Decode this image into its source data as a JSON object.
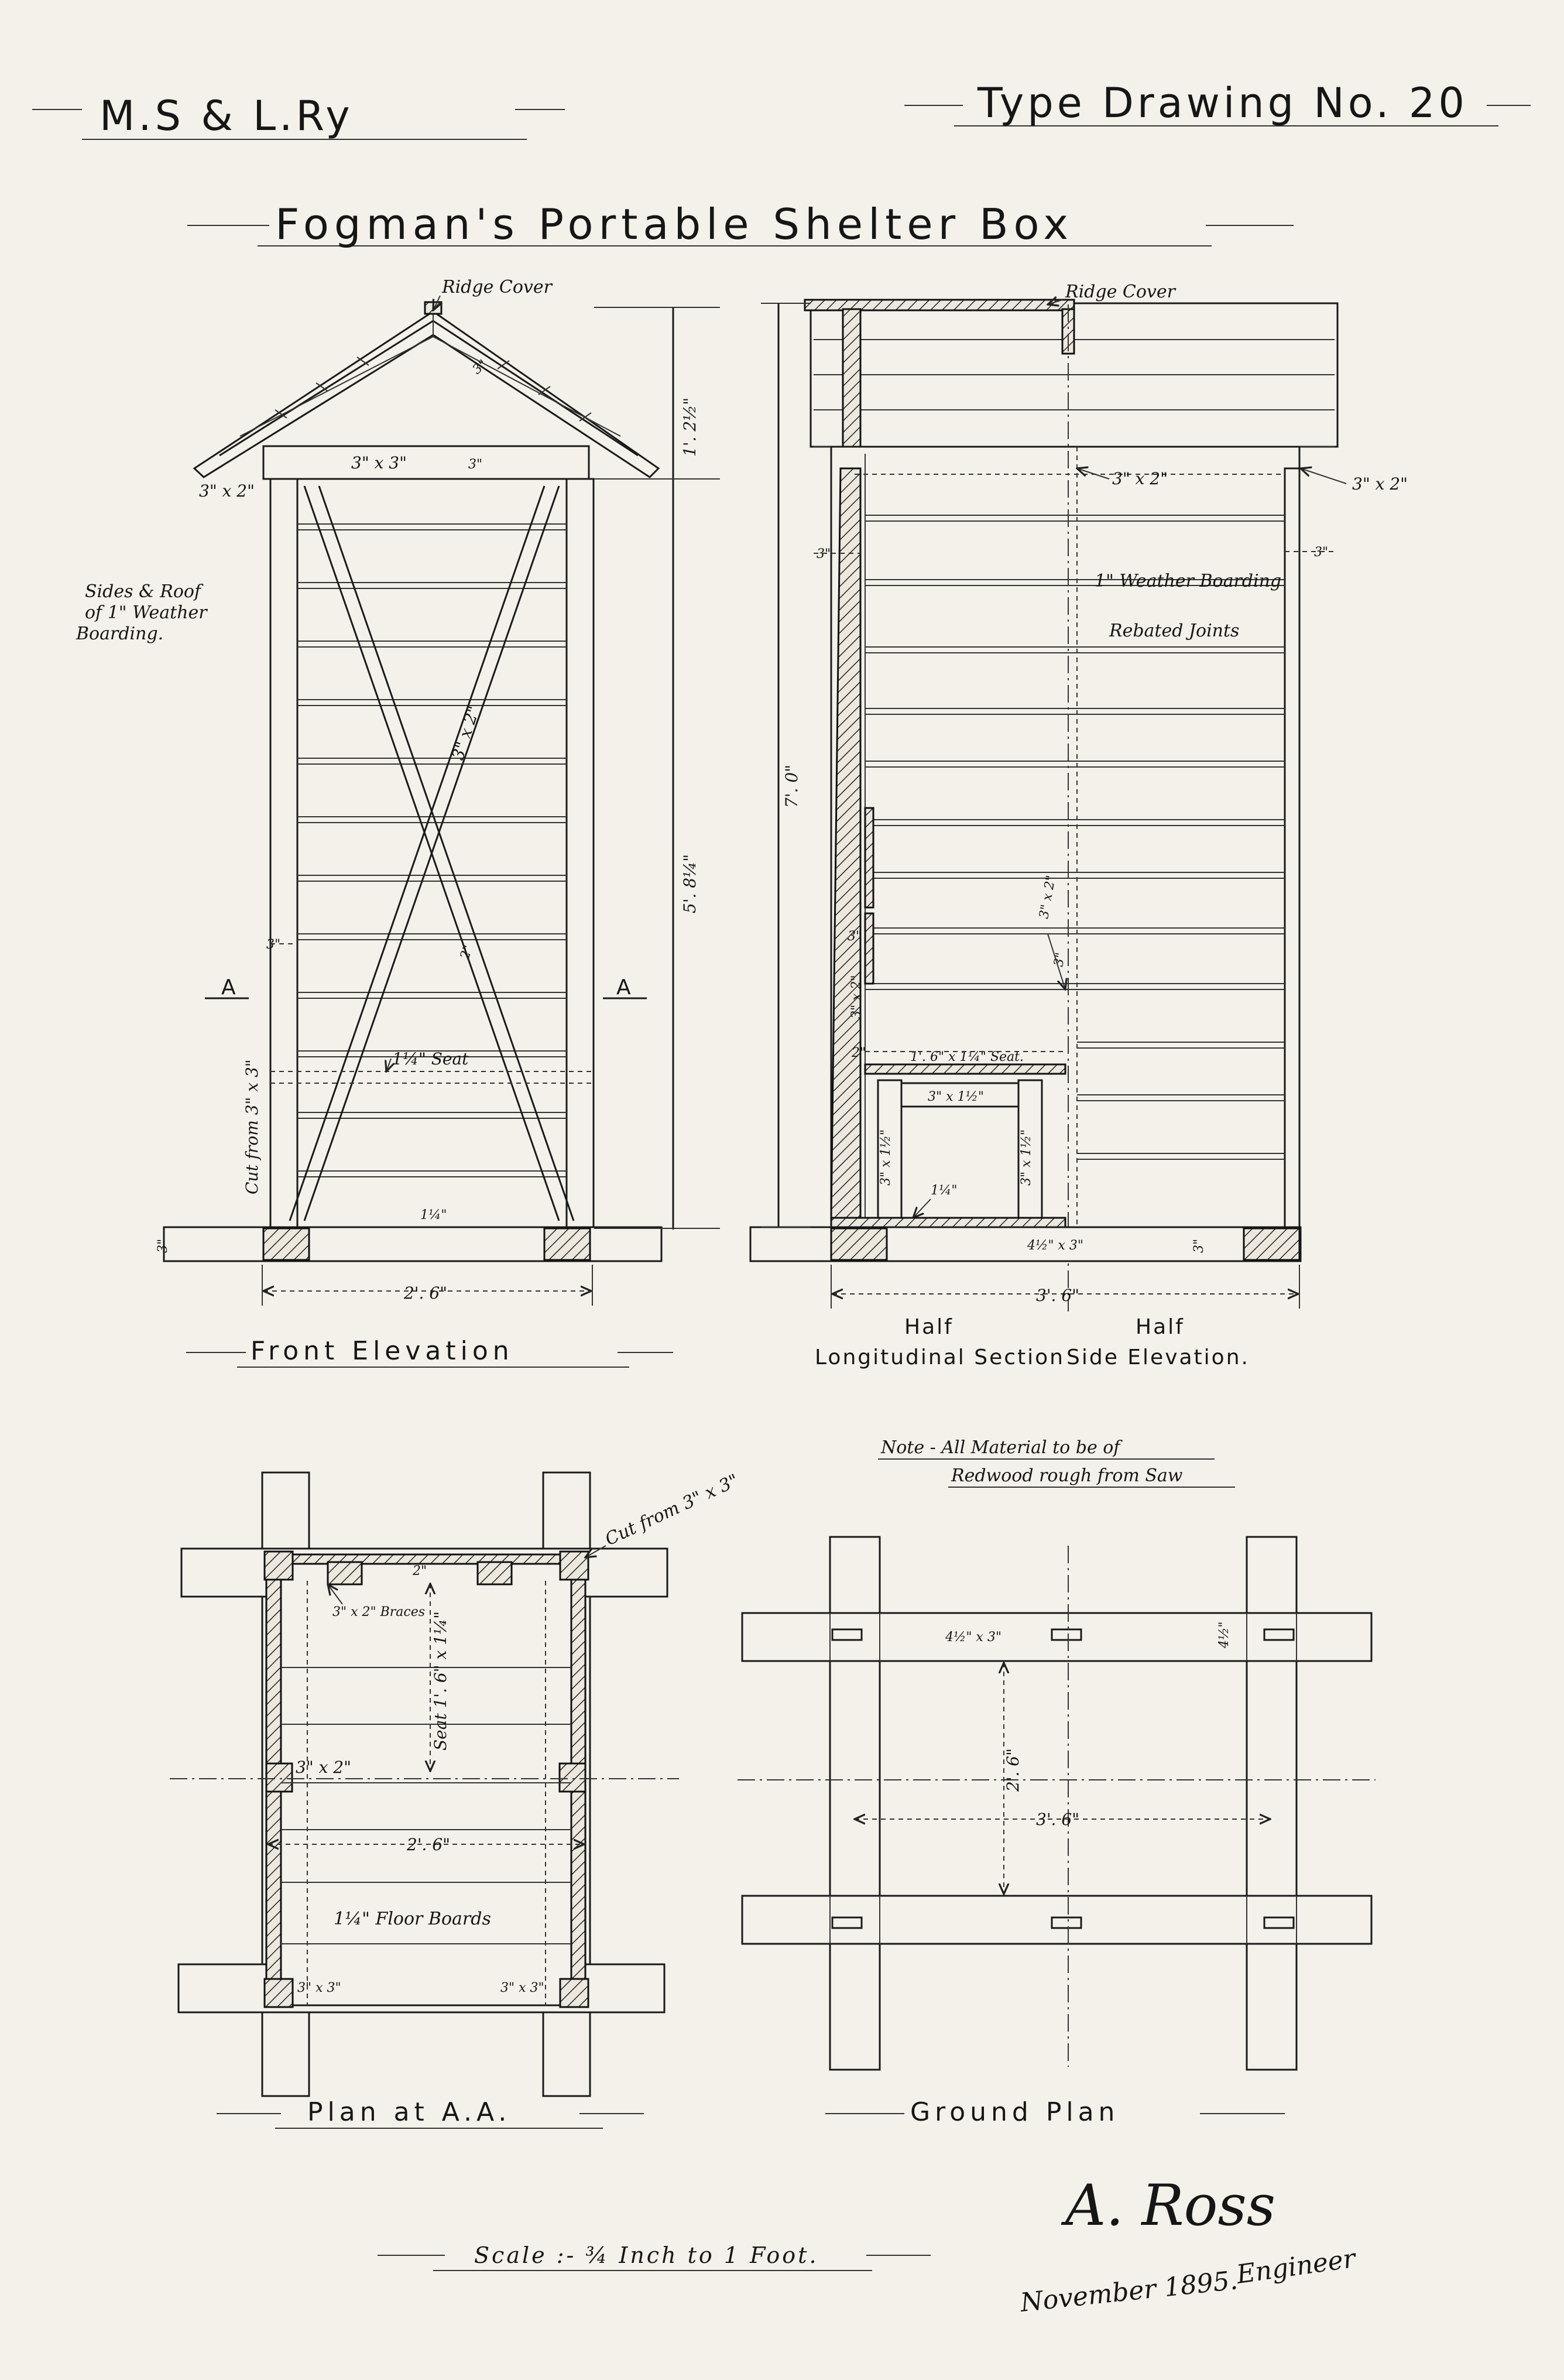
{
  "header": {
    "company": "M.S & L.Ry",
    "drawing_no": "Type Drawing No. 20",
    "title": "Fogman's Portable Shelter Box"
  },
  "front_elevation": {
    "caption": "Front Elevation",
    "ridge_cover": "Ridge Cover",
    "rafter": "3\" x 2\"",
    "collar": "3\" x 3\"",
    "collar_depth": "3\"",
    "roof_board": "3\"",
    "roof_height": "1'. 2½\"",
    "brace": "3\" x 2\"",
    "seat": "1¼\" Seat",
    "body_height": "5'. 8¼\"",
    "post_width": "3\"",
    "post_note": "Cut from 3\" x 3\"",
    "sill": "3\"",
    "floor": "1¼\"",
    "width": "2'. 6\"",
    "section_mark": "A",
    "side_note": "Sides & Roof of 1\" Weather Boarding."
  },
  "side_elevation": {
    "caption_left": "Half Longitudinal Section",
    "caption_right": "Half Side Elevation.",
    "ridge_cover": "Ridge Cover",
    "plate": "3\" x 2\"",
    "plate_right": "3\" x 2\"",
    "stud_left": "3\"",
    "stud_right": "3\"",
    "weather_boarding": "1\" Weather Boarding",
    "rebated": "Rebated Joints",
    "height": "7'. 0\"",
    "inner_brace": "3\" x 2\"",
    "inner_brace_b": "3\"",
    "left_3": "3\"",
    "left_32": "3\" x 2\"",
    "left_2": "2\"",
    "seat": "1'. 6\" x 1¼\" Seat.",
    "rail": "3\" x 1½\"",
    "leg_left": "3\" x 1½\"",
    "leg_right": "3\" x 1½\"",
    "floor": "1¼\"",
    "sill": "4½\" x 3\"",
    "sill_right": "3\"",
    "length": "3'. 6\""
  },
  "plan": {
    "caption": "Plan at A.A.",
    "cut": "Cut from 3\" x 3\"",
    "brace_depth": "2\"",
    "braces": "3\" x 2\" Braces",
    "seat": "Seat 1'. 6\" x 1¼\"",
    "stud": "3\" x 2\"",
    "width": "2'. 6\"",
    "floor": "1¼\" Floor Boards",
    "post_left": "3\" x 3\"",
    "post_right": "3\" x 3\""
  },
  "ground_plan": {
    "caption": "Ground Plan",
    "note_line1": "Note - All Material to be of",
    "note_line2": "Redwood rough from Saw",
    "sill": "4½\" x 3\"",
    "sill_depth": "4½\"",
    "width": "2'. 6\"",
    "length": "3'. 6\""
  },
  "footer": {
    "scale": "Scale :- ¾ Inch to 1 Foot.",
    "signature": "A. Ross",
    "role": "Engineer",
    "date": "November 1895."
  }
}
